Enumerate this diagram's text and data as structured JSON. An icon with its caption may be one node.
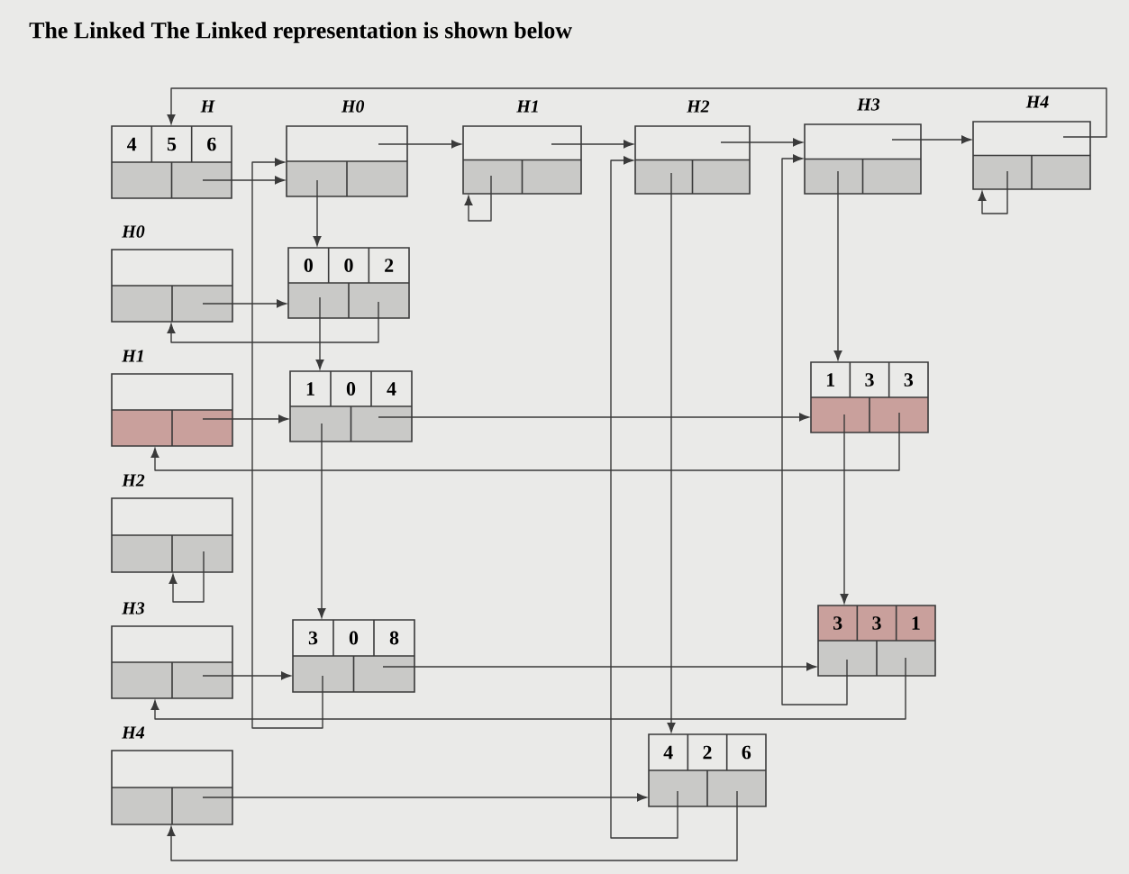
{
  "diagram": {
    "title": "The Linked The Linked representation is shown below",
    "nodes": [
      {
        "text": [
          "H",
          "4",
          "5",
          "6"
        ]
      },
      {
        "text": [
          "H0"
        ]
      },
      {
        "text": [
          "H1"
        ]
      },
      {
        "text": [
          "H2"
        ]
      },
      {
        "text": [
          "H3"
        ]
      },
      {
        "text": [
          "H4"
        ]
      },
      {
        "text": [
          "H0"
        ]
      },
      {
        "text": [
          "H1"
        ]
      },
      {
        "text": [
          "H2"
        ]
      },
      {
        "text": [
          "H3"
        ]
      },
      {
        "text": [
          "H4"
        ]
      },
      {
        "text": [
          "0",
          "0",
          "2"
        ]
      },
      {
        "text": [
          "1",
          "0",
          "4"
        ]
      },
      {
        "text": [
          "3",
          "0",
          "8"
        ]
      },
      {
        "text": [
          "1",
          "3",
          "3"
        ]
      },
      {
        "text": [
          "3",
          "3",
          "1"
        ]
      },
      {
        "text": [
          "4",
          "2",
          "6"
        ]
      }
    ],
    "edges": [
      {
        "from": 0,
        "to": 1,
        "arrow": "to"
      },
      {
        "from": 1,
        "to": 2,
        "arrow": "to"
      },
      {
        "from": 2,
        "to": 3,
        "arrow": "to"
      },
      {
        "from": 3,
        "to": 4,
        "arrow": "to"
      },
      {
        "from": 4,
        "to": 5,
        "arrow": "to"
      },
      {
        "from": 5,
        "to": 0,
        "arrow": "to"
      },
      {
        "from": 1,
        "to": 11,
        "arrow": "to"
      },
      {
        "from": 11,
        "to": 12,
        "arrow": "to"
      },
      {
        "from": 12,
        "to": 13,
        "arrow": "to"
      },
      {
        "from": 13,
        "to": 1,
        "arrow": "to"
      },
      {
        "from": 2,
        "to": 2,
        "arrow": "to"
      },
      {
        "from": 5,
        "to": 5,
        "arrow": "to"
      },
      {
        "from": 3,
        "to": 16,
        "arrow": "to"
      },
      {
        "from": 16,
        "to": 3,
        "arrow": "to"
      },
      {
        "from": 4,
        "to": 14,
        "arrow": "to"
      },
      {
        "from": 14,
        "to": 15,
        "arrow": "to"
      },
      {
        "from": 15,
        "to": 4,
        "arrow": "to"
      },
      {
        "from": 6,
        "to": 11,
        "arrow": "to"
      },
      {
        "from": 11,
        "to": 6,
        "arrow": "to"
      },
      {
        "from": 7,
        "to": 12,
        "arrow": "to"
      },
      {
        "from": 12,
        "to": 14,
        "arrow": "to"
      },
      {
        "from": 14,
        "to": 7,
        "arrow": "to"
      },
      {
        "from": 8,
        "to": 8,
        "arrow": "to"
      },
      {
        "from": 9,
        "to": 13,
        "arrow": "to"
      },
      {
        "from": 13,
        "to": 15,
        "arrow": "to"
      },
      {
        "from": 15,
        "to": 9,
        "arrow": "to"
      },
      {
        "from": 10,
        "to": 16,
        "arrow": "to"
      },
      {
        "from": 16,
        "to": 10,
        "arrow": "to"
      }
    ]
  }
}
